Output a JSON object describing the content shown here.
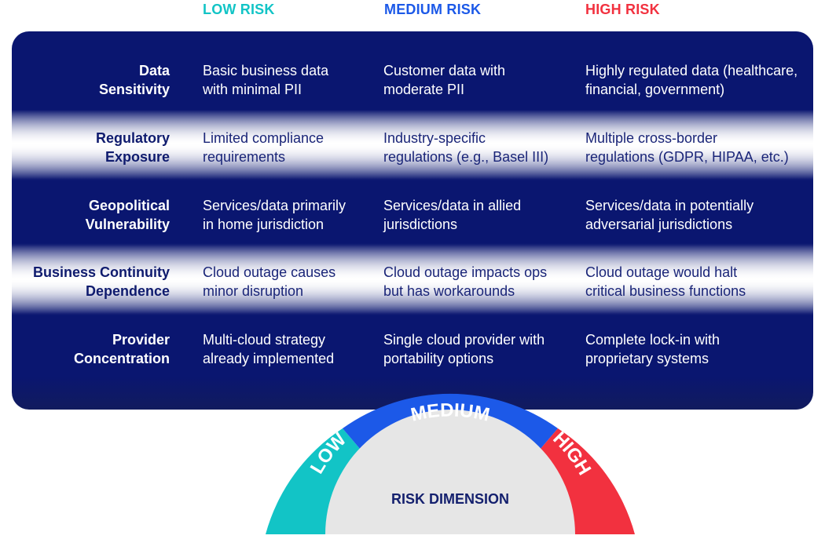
{
  "columns": {
    "low": "LOW RISK",
    "medium": "MEDIUM RISK",
    "high": "HIGH RISK"
  },
  "rows": [
    {
      "label_l1": "Data",
      "label_l2": "Sensitivity",
      "low_l1": "Basic business data",
      "low_l2": "with minimal PII",
      "med_l1": "Customer data with",
      "med_l2": "moderate PII",
      "high_l1": "Highly regulated data (healthcare,",
      "high_l2": "financial, government)"
    },
    {
      "label_l1": "Regulatory",
      "label_l2": "Exposure",
      "low_l1": "Limited compliance",
      "low_l2": "requirements",
      "med_l1": "Industry-specific",
      "med_l2": "regulations (e.g., Basel III)",
      "high_l1": "Multiple cross-border",
      "high_l2": "regulations (GDPR, HIPAA, etc.)"
    },
    {
      "label_l1": "Geopolitical",
      "label_l2": "Vulnerability",
      "low_l1": "Services/data primarily",
      "low_l2": "in home jurisdiction",
      "med_l1": "Services/data in allied",
      "med_l2": "jurisdictions",
      "high_l1": "Services/data in potentially",
      "high_l2": "adversarial jurisdictions"
    },
    {
      "label_l1": "Business Continuity",
      "label_l2": "Dependence",
      "low_l1": "Cloud outage causes",
      "low_l2": "minor disruption",
      "med_l1": "Cloud outage impacts ops",
      "med_l2": "but has workarounds",
      "high_l1": "Cloud outage would halt",
      "high_l2": "critical business functions"
    },
    {
      "label_l1": "Provider",
      "label_l2": "Concentration",
      "low_l1": "Multi-cloud strategy",
      "low_l2": "already implemented",
      "med_l1": "Single cloud provider with",
      "med_l2": "portability options",
      "high_l1": "Complete lock-in with",
      "high_l2": "proprietary systems"
    }
  ],
  "gauge": {
    "low": "LOW",
    "medium": "MEDIUM",
    "high": "HIGH",
    "center": "RISK DIMENSION"
  },
  "colors": {
    "low": "#12c4c6",
    "medium": "#1c59e8",
    "high": "#f2313f",
    "navy": "#0a1670",
    "center": "#e6e6e6"
  }
}
